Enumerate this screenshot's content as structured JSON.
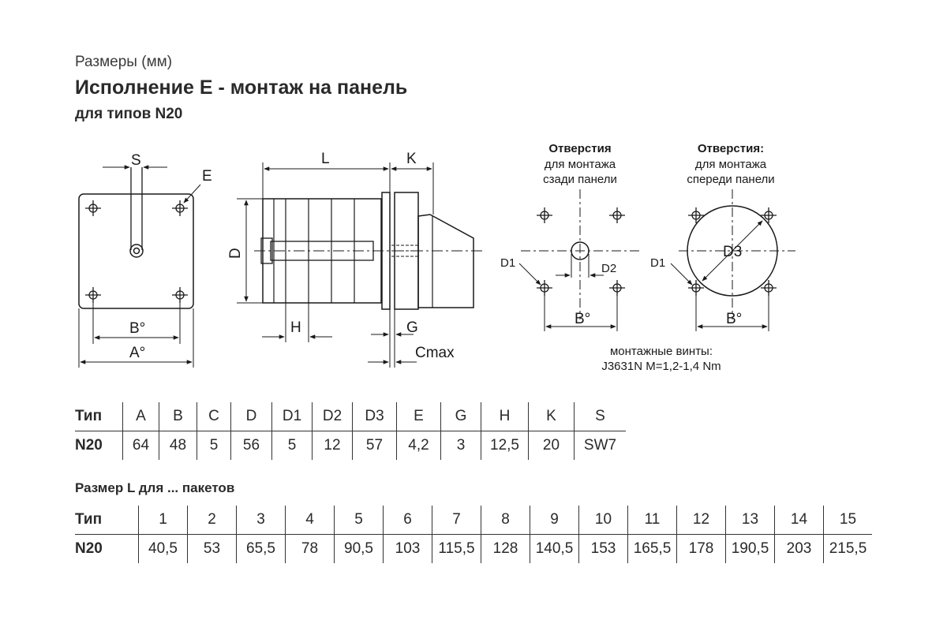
{
  "header": {
    "line1": "Размеры (мм)",
    "line2": "Исполнение E - монтаж на панель",
    "line3": "для типов N20"
  },
  "drawing": {
    "front_labels": {
      "s": "S",
      "e": "E",
      "b": "B°",
      "a": "A°"
    },
    "side_labels": {
      "l": "L",
      "k": "K",
      "d": "D",
      "h": "H",
      "g": "G",
      "cmax": "Cmax"
    },
    "holes_rear": {
      "title": "Отверстия",
      "line2": "для монтажа",
      "line3": "сзади панели",
      "d1": "D1",
      "d2": "D2",
      "b": "B°"
    },
    "holes_front": {
      "title": "Отверстия:",
      "line2": "для монтажа",
      "line3": "спереди панели",
      "d1": "D1",
      "d3": "D3",
      "b": "B°"
    },
    "screws": {
      "line1": "монтажные винты:",
      "line2": "J3631N M=1,2-1,4 Nm"
    }
  },
  "table1": {
    "headers": [
      "Тип",
      "A",
      "B",
      "C",
      "D",
      "D1",
      "D2",
      "D3",
      "E",
      "G",
      "H",
      "K",
      "S"
    ],
    "row": [
      "N20",
      "64",
      "48",
      "5",
      "56",
      "5",
      "12",
      "57",
      "4,2",
      "3",
      "12,5",
      "20",
      "SW7"
    ]
  },
  "table2": {
    "title": "Размер L для ... пакетов",
    "headers": [
      "Тип",
      "1",
      "2",
      "3",
      "4",
      "5",
      "6",
      "7",
      "8",
      "9",
      "10",
      "11",
      "12",
      "13",
      "14",
      "15"
    ],
    "row": [
      "N20",
      "40,5",
      "53",
      "65,5",
      "78",
      "90,5",
      "103",
      "115,5",
      "128",
      "140,5",
      "153",
      "165,5",
      "178",
      "190,5",
      "203",
      "215,5"
    ]
  }
}
